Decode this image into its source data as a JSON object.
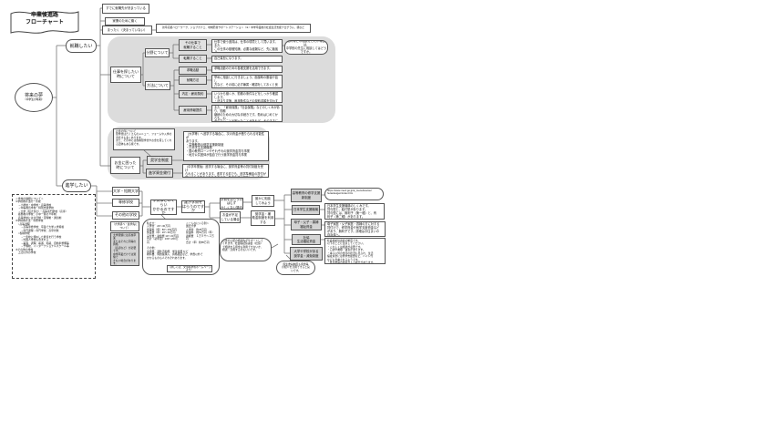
{
  "title": {
    "line1": "卒業後進路",
    "line2": "フローチャート"
  },
  "start": {
    "label": "将来の夢",
    "sub": "（中学生の時期）"
  },
  "branches": {
    "work": "就職したい",
    "study": "進学したい"
  },
  "work_top": {
    "decided": "すでに就職先が決まっている",
    "family": "家業のために働く",
    "undecided": "まったく（決まっていない）",
    "supports": "新卒応援ハローワーク、ジョブカフェ、地域若者サポートステーション（※）中学卒業後の社会生活支援プログラム、親など"
  },
  "work_panel": {
    "about_job": "仕事を探したい\n時について",
    "field": "分野について",
    "method": "方法について",
    "callout": "悩みなどの相談をしたい場合は、\n中学校の先生に相談してはどうですか。",
    "items": [
      {
        "label": "その仕事で\n就職すること",
        "desc": "仕事で使う道具は、仕事の環境として買います。また、\nこの仕事の基礎知識、必要な経験など、先に勉強が\nいります。"
      },
      {
        "label": "転職すること",
        "desc": "自己負担になります。"
      },
      {
        "label": "求職活動",
        "desc": "求職活動のための各種支援を活用できます。"
      },
      {
        "label": "就職方法",
        "desc": "早めに相談しに行きましょう。面接時の服装や話し\n方など、その前に必ず練習・確認をしておくと良い\nです。"
      },
      {
        "label": "内定・雇用契約",
        "desc": "いつから働くか、勤務の条件などをしっかり確認します。\n・決まり次第、雇用条件などの契約書類を交わす場合\n・契約書がなければ、口頭でも労働条件を確認する場合"
      },
      {
        "label": "雇用情報提供",
        "desc": "また、「雇用保険」「社会保険」などのしくみがあり、勤務\n継続のための大切な手続きです。勤めはじめてからも、わ\nからないことや困ったことがあれば、そのままにせず関係\n機関に相談することができます。"
      }
    ]
  },
  "money_panel": {
    "note": "お金の件について\n奨学金はたくさんのメニュー、フォームや入学の\n手続きも多くあります。\nまた、その中には各種奨学金やお金を貸してくれ\nる団体もある様です。",
    "about_money": "お金に困った\n時について",
    "scholarship": "奨学金制度",
    "loan": "進学資金貸付",
    "scholarship_desc": "（大学等）へ進学する場合に、次の資金が借りられる可能性が\nあります。\n・高等教育の修学支援新制度\n・日本学生支援機構\n・国の教育ローンやそれぞれの奨学資金貸与事業\n・地方公共団体が独自で行う奨学資金貸与事業",
    "loan_desc": "（中学卒業後）進学する場合に、奨学資金等の貸付制度を受け\nられることがあります。進学する前でも、進学準備金の貸付が\n受けられる場合がありますので、各自治体に相談してください。"
  },
  "study_flow": {
    "schools": [
      "大学・短期大学",
      "専修学校",
      "その他の学校"
    ],
    "uni_note_label": "（大学調べ・進学先に\nついて）",
    "uni_note": "大学受験には高校卒業\nまたはそれと同等の資格\n（高認など）が必要です。\n中学卒業だけでは受験で\nきない場合があります。",
    "fee_q": "学費はどのくらい\nかかるのですか",
    "who_pays": "誰が学費を\nはらうのですか",
    "not_difficult": "学費をはらうのはむず\nかしくない場合",
    "shortage": "お金が不足\nしている場合",
    "consult": "誰かに相談\nしてみよう",
    "use_support": "奨学金・補\n助金制度を利用\nする",
    "cost_bubble": {
      "left": "私立大：\n入学金　20～30万円\n授業料（年）80～150万円\n施設費（年）20～30万円\n実習費・諸会費 10～30万円\n合計（初年度）130～200万円",
      "right": "＜こんなにいる例＞\n国立大学\n入学金　約28万円\n授業料　約54万円（年）\n諸経費　１万５千～２万円\n合計（年）約85万円",
      "other": "その他：\n交通費、課外活動費、学生会費 など\n教科書、問題集購入、資格検定など、学費以外で\nかかるものも人それぞれあります。",
      "source": "（詳しくは：文部科学省ホームページより）"
    },
    "legend": "＜学校の種類について＞\n①学校教育法の一条校\n　→小学校・中学校・高等学校\n　→中等教育学校・特別支援学校\n　→大学（短大含む）・高等専門学校（高専）\n　義務教育学校：小中一貫の９年制\n　高等学校には全日制・定時制・通信制\n②学校教育法・専修学校\n　○高等課程\n　　→高等専修学校：卒業で大学入学資格\n　　→専門課程→専門学校：高卒対象\n　○各種学校\n　　→一条校に類似した教育を行う学校\n　　→外国人学校も含まれる\n　　→美容、調理、看護、和裁、自動車整備等\n　　→予備校、インターナショナルスクール等\n③その他の学校\n　上記以外の学校",
    "supports": [
      {
        "label": "高等教育の修学支援\n新制度"
      },
      {
        "label": "日本学生支援機構"
      },
      {
        "label": "母子・父子・寡婦\n福祉資金"
      },
      {
        "label": "社協\n生活福祉資金"
      },
      {
        "label": "大学や学校がある\n奨学金・減免制度"
      }
    ],
    "right_notes": {
      "url": "https://www.mext.go.jp/a_menu/koutou/\nhutankeigen/index.htm",
      "jasso": "日本学生支援機構のしくみです。\n貸与型と、給付型があります。\n貸与型には、無利子（第一種）と、有\n利子（第二種）があります。",
      "boshi": "母子家庭・父子家庭・寡婦の方に対する\n貸付けで、修学資金や就学支度資金など\nがあり、無利子です。詳細はお住まいの\n自治体へ。",
      "seikatsu": "社会福祉協議会の制度です。\n以下のことに注意してください。\n・くわしくは相談が必要です。\n・口述や書類・審査があります。\n・本人以外の世帯の状況も見られ、生活\n福祉資金には修学支援費など、バイト代\nなども考慮されるようです。\n・民生委員の面接が入る場合があります。",
      "minsei": "民生委員制度も資金等\nの紹介を活用できると良\nいです。",
      "shakyo": "お金の心配の相談先がサポートして\nくれます。社会福祉協議会（社協）\nで相談する資金も利用できないか、\n相談・活用するのもいいです。"
    }
  }
}
